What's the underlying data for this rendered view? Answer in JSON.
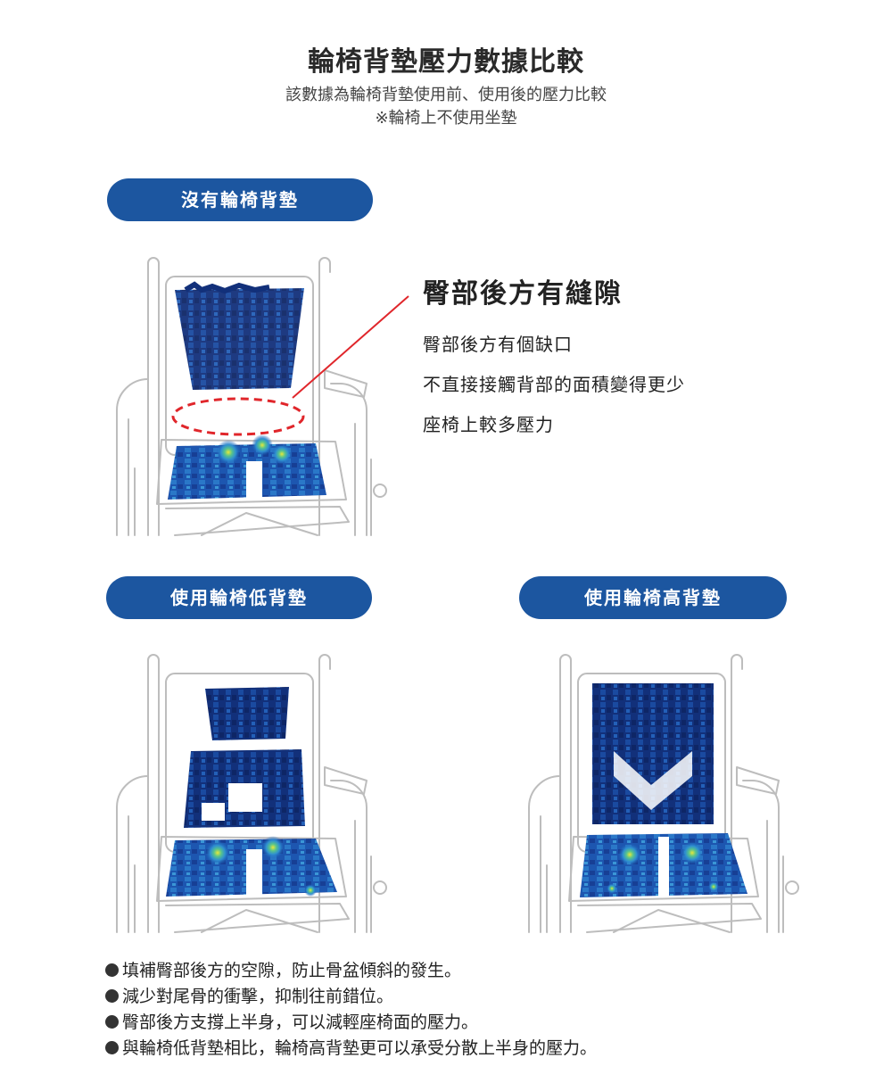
{
  "header": {
    "title": "輪椅背墊壓力數據比較",
    "subtitle_1": "該數據為輪椅背墊使用前、使用後的壓力比較",
    "subtitle_2": "※輪椅上不使用坐墊"
  },
  "section_none": {
    "label": "沒有輪椅背墊",
    "callout_title": "臀部後方有縫隙",
    "callout_lines": [
      "臀部後方有個缺口",
      "不直接接觸背部的面積變得更少",
      "座椅上較多壓力"
    ]
  },
  "section_low": {
    "label": "使用輪椅低背墊"
  },
  "section_high": {
    "label": "使用輪椅高背墊"
  },
  "benefits": [
    "填補臀部後方的空隙，防止骨盆傾斜的發生。",
    "減少對尾骨的衝擊，抑制往前錯位。",
    "臀部後方支撐上半身，可以減輕座椅面的壓力。",
    "與輪椅低背墊相比，輪椅高背墊更可以承受分散上半身的壓力。"
  ],
  "colors": {
    "accent": "#1c56a0",
    "highlight": "#e0262b"
  },
  "icons": [
    "wheelchair-icon",
    "bullet-dot-icon"
  ]
}
